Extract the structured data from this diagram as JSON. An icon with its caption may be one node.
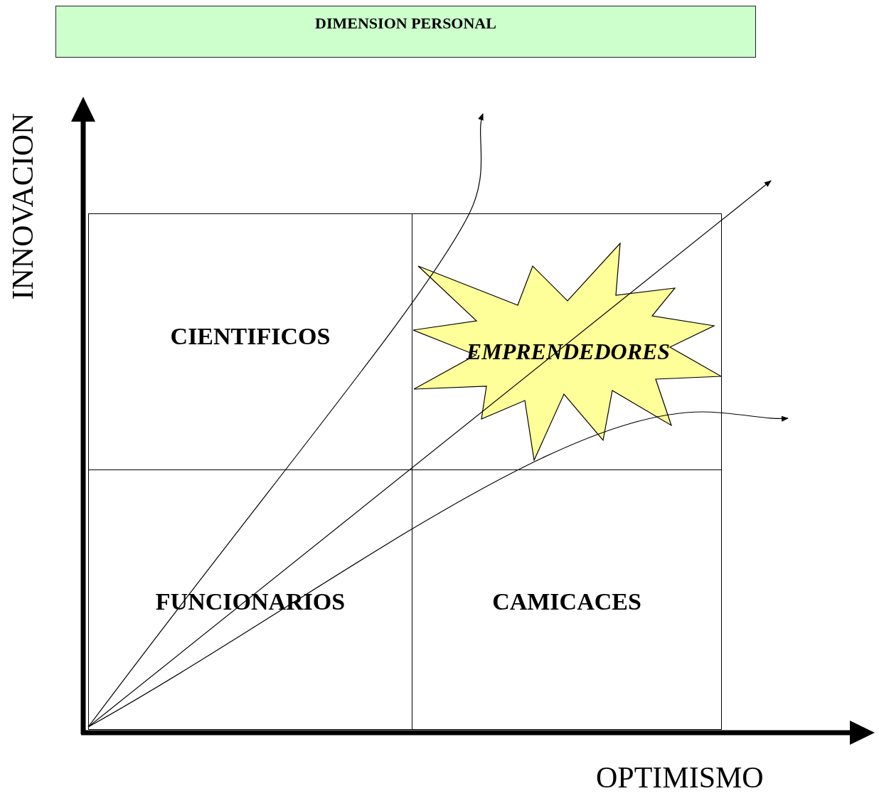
{
  "diagram": {
    "nodes": [
      {
        "text": [
          "DIMENSION PERSONAL"
        ]
      },
      {
        "text": [
          "CIENTIFICOS"
        ]
      },
      {
        "text": [],
        "shape": "box"
      },
      {
        "text": [
          "EMPRENDEDORES"
        ],
        "in": 2
      },
      {
        "text": [
          "FUNCIONARIOS"
        ]
      },
      {
        "text": [
          "CAMICACES"
        ]
      }
    ],
    "labels": [
      "INNOVACION",
      "OPTIMISMO"
    ]
  }
}
